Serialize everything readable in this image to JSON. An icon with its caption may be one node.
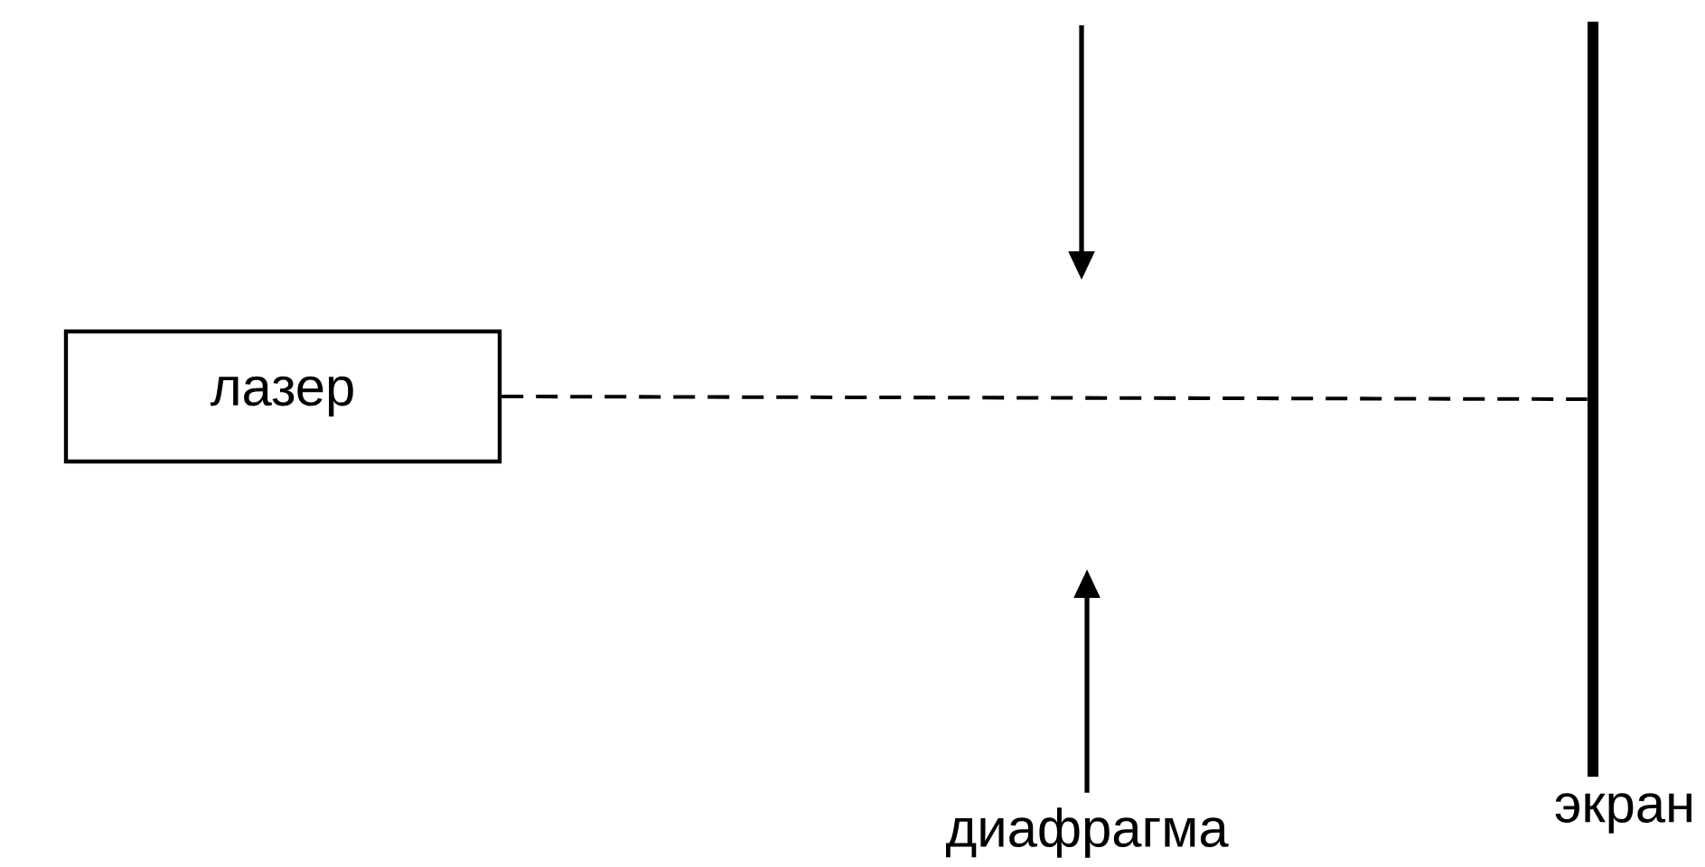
{
  "diagram": {
    "nodes": [
      {
        "text": [
          "лазер"
        ]
      },
      {
        "text": [
          "диафрагма"
        ]
      },
      {
        "text": [
          "экран"
        ]
      }
    ],
    "edges": [
      {
        "from": 0,
        "to": 2,
        "arrow": "none",
        "style": "dashed"
      },
      {
        "from": 1,
        "to": null,
        "arrow": "to"
      }
    ]
  }
}
